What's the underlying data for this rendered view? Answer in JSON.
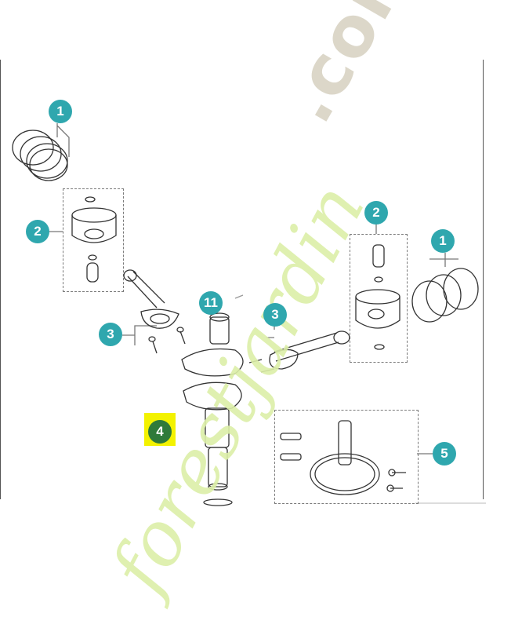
{
  "callouts": {
    "c1_left": "1",
    "c2_left": "2",
    "c3_left": "3",
    "c11": "11",
    "c3_right": "3",
    "c2_right": "2",
    "c1_right": "1",
    "c4": "4",
    "c5": "5"
  },
  "colors": {
    "callout": "#2fa7ae",
    "callout_highlighted": "#2f7a3a",
    "highlight": "#f3f200",
    "watermark_green": "#dcefa8",
    "watermark_beige": "#d6d1c0"
  },
  "watermark": {
    "main": "forestjardin",
    "suffix": ".com"
  }
}
